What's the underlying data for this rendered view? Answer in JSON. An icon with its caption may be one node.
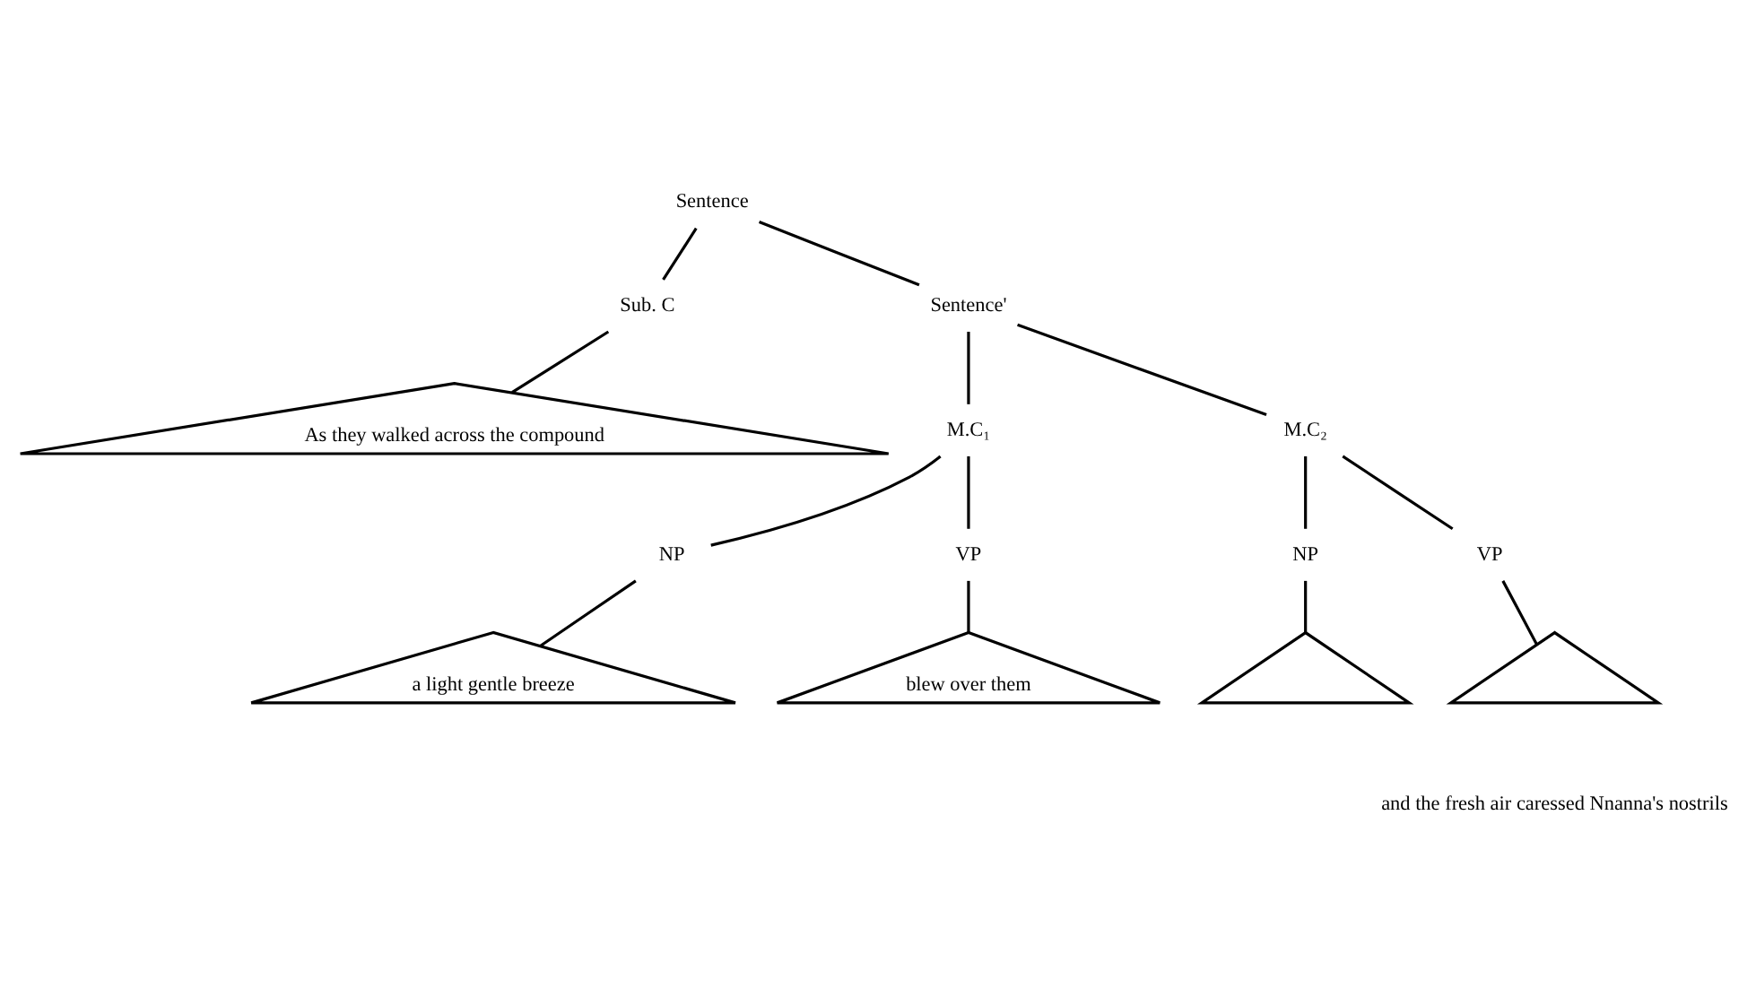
{
  "diagram": {
    "nodes": [
      {
        "text": [
          "Sentence"
        ]
      },
      {
        "text": [
          "Sub. C"
        ]
      },
      {
        "text": [
          "Sentence'"
        ]
      },
      {
        "text": [
          "As they walked across the compound"
        ]
      },
      {
        "text": [
          "M.C₁"
        ]
      },
      {
        "text": [
          "M.C₂"
        ]
      },
      {
        "text": [
          "NP"
        ]
      },
      {
        "text": [
          "VP"
        ]
      },
      {
        "text": [
          "a light gentle breeze"
        ]
      },
      {
        "text": [
          "blew over them"
        ]
      },
      {
        "text": [
          "NP"
        ]
      },
      {
        "text": [
          "VP"
        ]
      },
      {
        "text": [],
        "shape": "triangle"
      },
      {
        "text": [],
        "shape": "triangle"
      }
    ],
    "edges": [
      {
        "from": 0,
        "to": 1,
        "arrow": "none"
      },
      {
        "from": 0,
        "to": 2,
        "arrow": "none"
      },
      {
        "from": 1,
        "to": 3,
        "arrow": "none"
      },
      {
        "from": 2,
        "to": 4,
        "arrow": "none"
      },
      {
        "from": 2,
        "to": 5,
        "arrow": "none"
      },
      {
        "from": 4,
        "to": 6,
        "arrow": "none"
      },
      {
        "from": 4,
        "to": 7,
        "arrow": "none"
      },
      {
        "from": 6,
        "to": 8,
        "arrow": "none"
      },
      {
        "from": 7,
        "to": 9,
        "arrow": "none"
      },
      {
        "from": 5,
        "to": 10,
        "arrow": "none"
      },
      {
        "from": 5,
        "to": 11,
        "arrow": "none"
      },
      {
        "from": 10,
        "to": 12,
        "arrow": "none"
      },
      {
        "from": 11,
        "to": 13,
        "arrow": "none"
      }
    ],
    "labels": [
      "and the fresh air caressed Nnanna's nostrils"
    ]
  }
}
